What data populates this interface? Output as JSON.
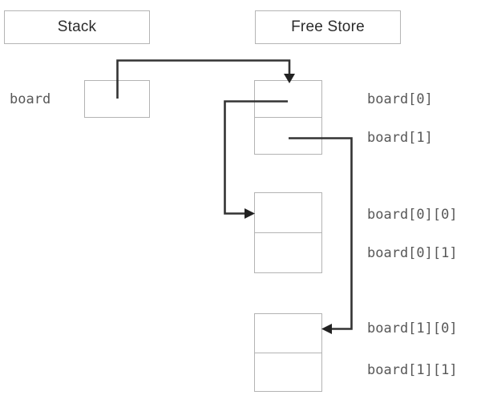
{
  "diagram": {
    "title_stack": "Stack",
    "title_free_store": "Free Store",
    "stack_variable": "board",
    "labels": {
      "board_0": "board[0]",
      "board_1": "board[1]",
      "board_0_0": "board[0][0]",
      "board_0_1": "board[0][1]",
      "board_1_0": "board[1][0]",
      "board_1_1": "board[1][1]"
    },
    "colors": {
      "box_border": "#b3b3b3",
      "header_border": "#b5b5b5",
      "pointer_line": "#333333",
      "label_text": "#575757",
      "header_text": "#2b2b2b",
      "background": "#ffffff"
    },
    "pointers": [
      {
        "name": "board-to-array",
        "from": "board",
        "to": "board[0] array"
      },
      {
        "name": "board0-to-row0",
        "from": "board[0]",
        "to": "board[0][0] row"
      },
      {
        "name": "board1-to-row1",
        "from": "board[1]",
        "to": "board[1][0] row"
      }
    ]
  }
}
